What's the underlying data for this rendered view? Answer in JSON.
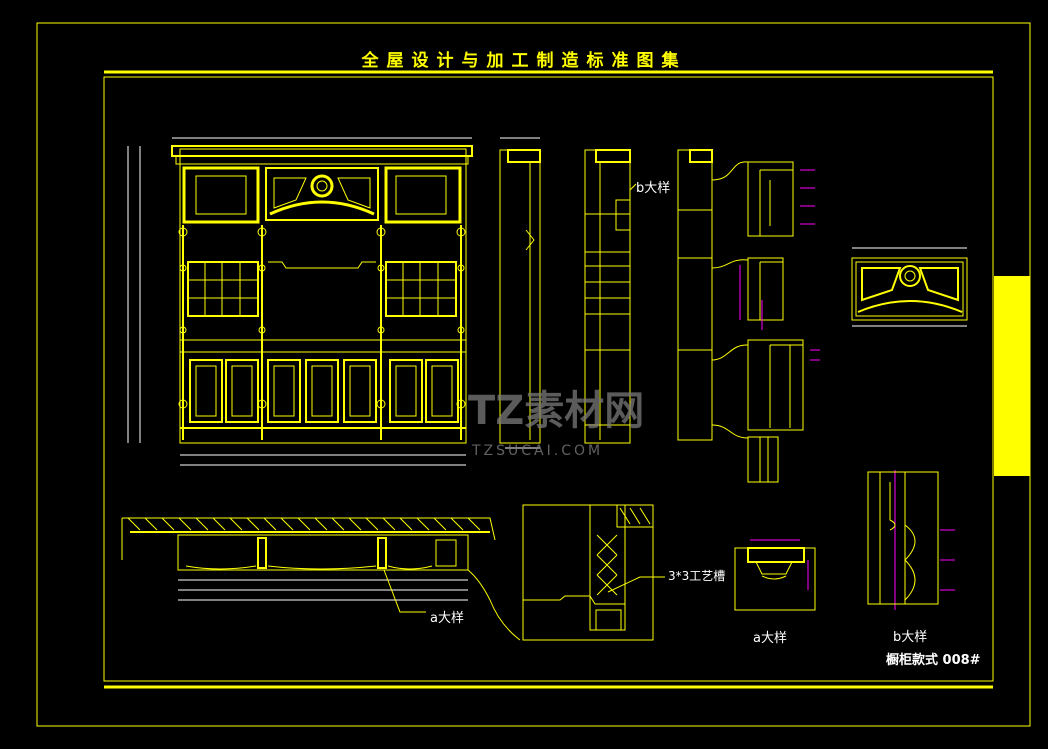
{
  "title": "全屋设计与加工制造标准图集",
  "drawing_name": "橱柜款式 008#",
  "callouts": {
    "b_detail_top": "b大样",
    "a_detail_plan": "a大样",
    "groove": "3*3工艺槽",
    "a_detail": "a大样",
    "b_detail": "b大样"
  },
  "watermark": {
    "text": "TZ素材网",
    "url": "TZSUCAI.COM"
  },
  "colors": {
    "line": "#ffff00",
    "dim": "#ffffff",
    "accent": "#ff00ff",
    "background": "#000000"
  }
}
